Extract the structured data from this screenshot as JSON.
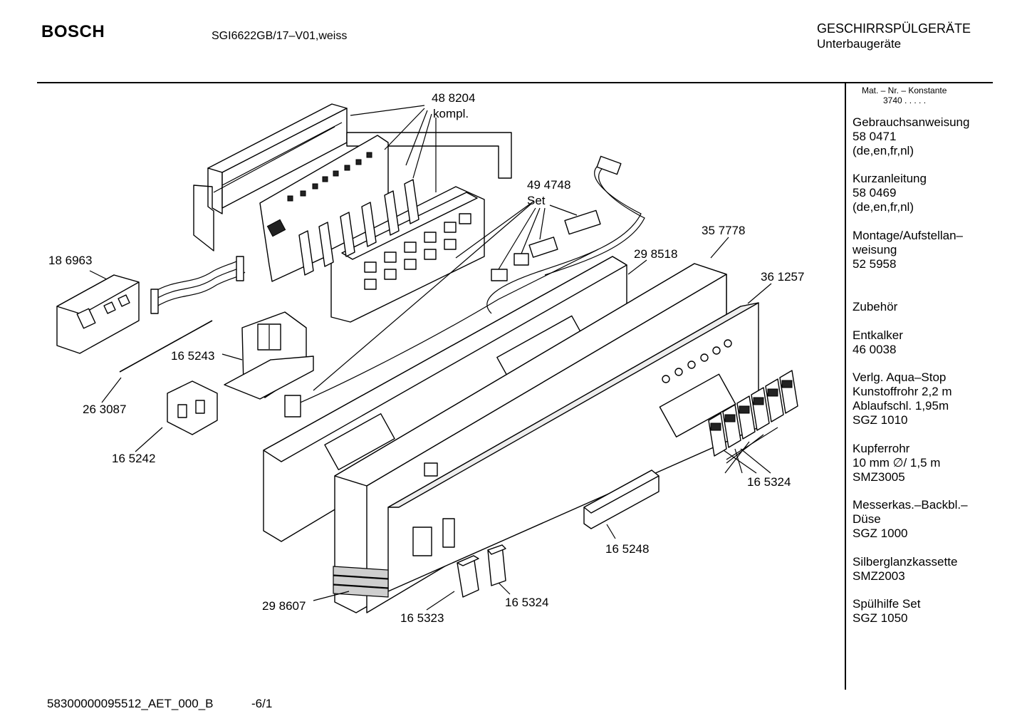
{
  "header": {
    "brand": "BOSCH",
    "model": "SGI6622GB/17–V01,weiss",
    "category_title": "GESCHIRRSPÜLGERÄTE",
    "category_subtitle": "Unterbaugeräte"
  },
  "sidebar": {
    "mat_label": "Mat. – Nr. – Konstante",
    "mat_value": "3740  .   .   .   .   .",
    "blocks": [
      {
        "lines": [
          "Gebrauchsanweisung",
          "58 0471",
          "(de,en,fr,nl)"
        ]
      },
      {
        "lines": [
          "Kurzanleitung",
          "58 0469",
          "(de,en,fr,nl)"
        ]
      },
      {
        "lines": [
          "Montage/Aufstellan–",
          "weisung",
          "52 5958"
        ]
      },
      {
        "lines": [
          "Zubehör"
        ]
      },
      {
        "lines": [
          "Entkalker",
          "46 0038"
        ]
      },
      {
        "lines": [
          "Verlg. Aqua–Stop",
          "Kunstoffrohr 2,2 m",
          "Ablaufschl. 1,95m",
          "SGZ 1010"
        ]
      },
      {
        "lines": [
          "Kupferrohr",
          "10 mm ∅/ 1,5 m",
          "SMZ3005"
        ]
      },
      {
        "lines": [
          "Messerkas.–Backbl.–",
          "Düse",
          "SGZ 1000"
        ]
      },
      {
        "lines": [
          "Silberglanzkassette",
          "SMZ2003"
        ]
      },
      {
        "lines": [
          "Spülhilfe Set",
          "SGZ 1050"
        ]
      }
    ]
  },
  "parts": {
    "p488204": "48 8204",
    "p488204_note": "kompl.",
    "p494748": "49 4748",
    "p494748_note": "Set",
    "p186963": "18 6963",
    "p357778": "35 7778",
    "p298518": "29 8518",
    "p361257": "36 1257",
    "p165243": "16 5243",
    "p263087": "26 3087",
    "p165242": "16 5242",
    "p165324a": "16 5324",
    "p165248": "16 5248",
    "p298607": "29 8607",
    "p165324b": "16 5324",
    "p165323": "16 5323"
  },
  "footer": {
    "doc_id": "58300000095512_AET_000_B",
    "page": "-6/1"
  }
}
